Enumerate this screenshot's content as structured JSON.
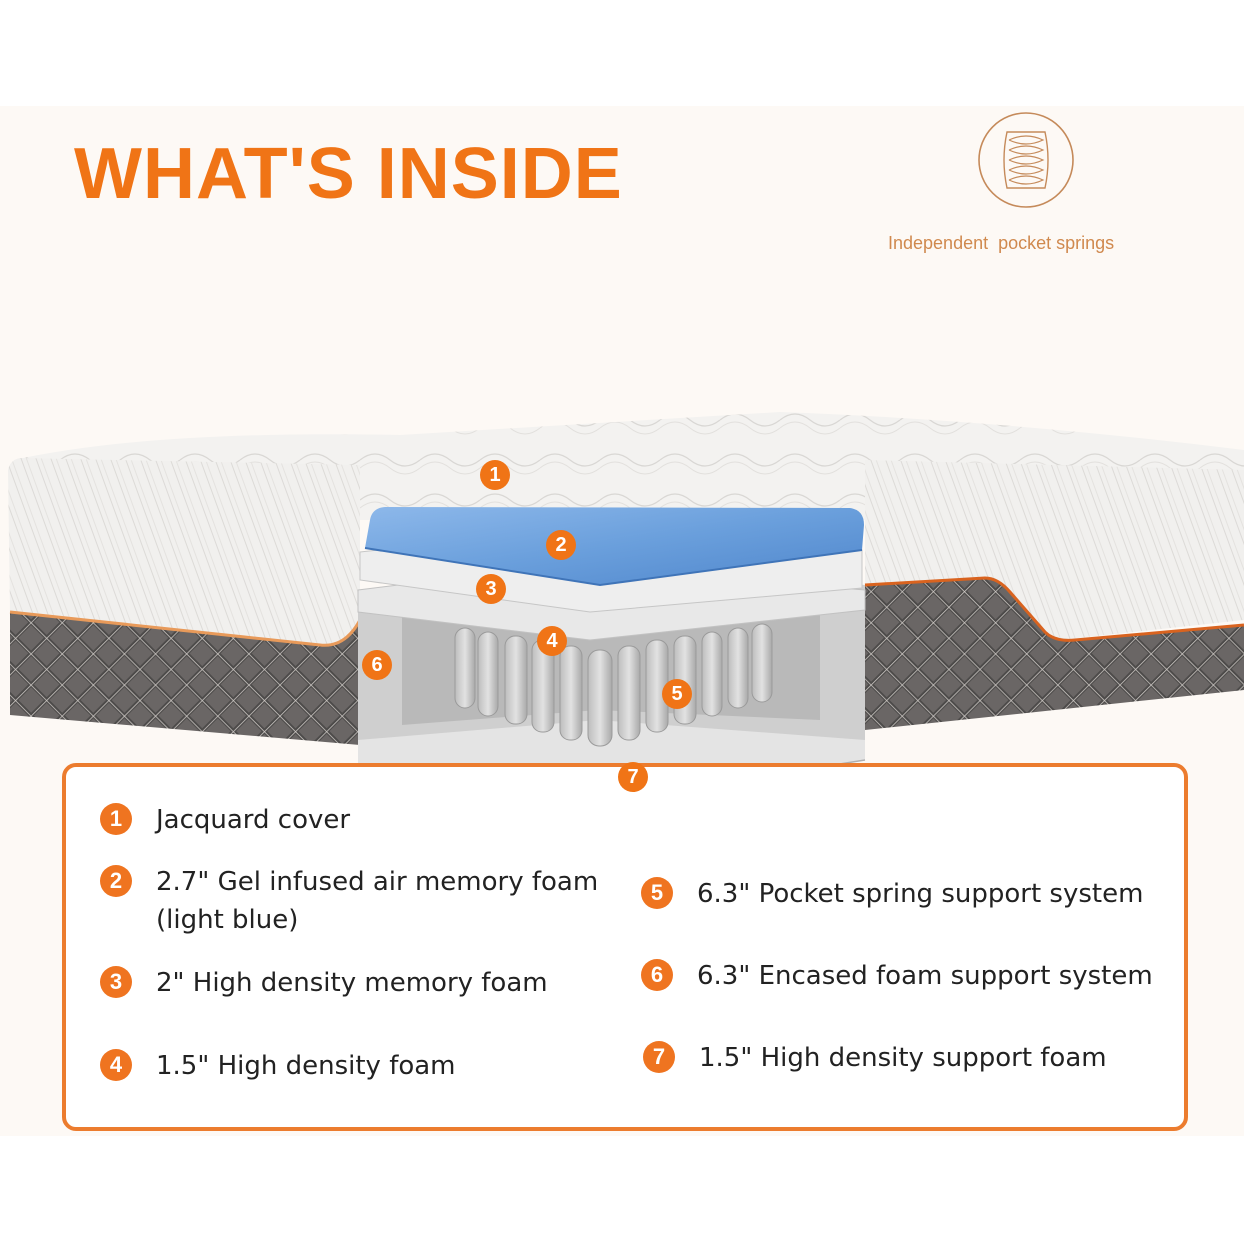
{
  "header": {
    "title": "WHAT'S INSIDE",
    "feature_badge": {
      "icon": "pocket-spring-icon",
      "label": "Independent  pocket springs"
    }
  },
  "diagram": {
    "callouts": [
      "1",
      "2",
      "3",
      "4",
      "5",
      "6",
      "7"
    ]
  },
  "legend": {
    "items": [
      {
        "num": "1",
        "line1": "Jacquard cover",
        "line2": ""
      },
      {
        "num": "2",
        "line1": "2.7\" Gel infused air memory foam",
        "line2": "(light blue)"
      },
      {
        "num": "3",
        "line1": "2\" High density memory foam",
        "line2": ""
      },
      {
        "num": "4",
        "line1": "1.5\" High density foam",
        "line2": ""
      },
      {
        "num": "5",
        "line1": "6.3\" Pocket spring support system",
        "line2": ""
      },
      {
        "num": "6",
        "line1": "6.3\" Encased foam support system",
        "line2": ""
      },
      {
        "num": "7",
        "line1": "1.5\" High density support foam",
        "line2": ""
      }
    ]
  },
  "colors": {
    "accent": "#f07416",
    "badge": "#d0894e",
    "background": "#fdf9f5",
    "gel_foam": "#6a9fdc",
    "border_knit": "#4a4a4a"
  }
}
